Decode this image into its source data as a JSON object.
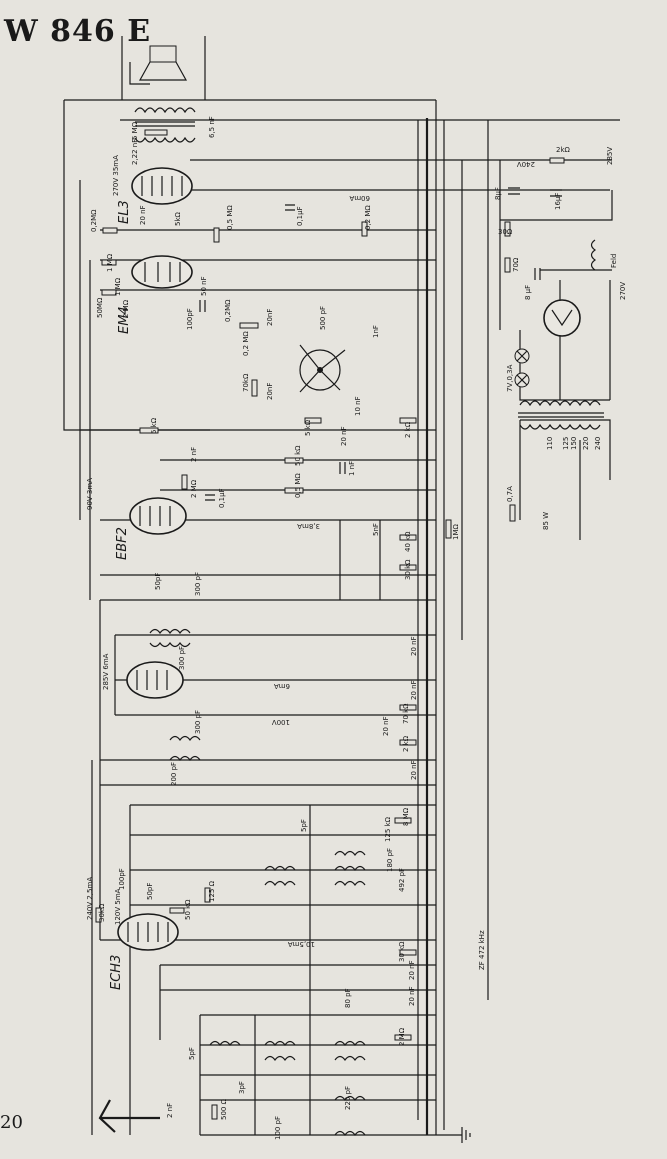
{
  "title": "W 846 E",
  "page_number": "20",
  "tubes": [
    "EL3",
    "EM4",
    "EBF2",
    "ECH3"
  ],
  "voltages": [
    "270V 35mA",
    "90V 3mA",
    "285V 6mA",
    "240V 2,5mA",
    "120V 5mA",
    "285V",
    "240V",
    "270V"
  ],
  "currents": [
    "60mA",
    "3,8mA",
    "6mA",
    "100V",
    "10,5mA"
  ],
  "components": {
    "output": [
      "5 MΩ",
      "2,22 nF",
      "6,5 nF"
    ],
    "el3": [
      "20 nF",
      "5kΩ",
      "0,5 MΩ",
      "0,1µF",
      "0,2 MΩ",
      "0,2MΩ"
    ],
    "em4": [
      "1 MΩ",
      "1 MΩ",
      "50 nF",
      "50MΩ",
      "2 MΩ",
      "100pF",
      "0,2MΩ",
      "20nF",
      "500 pF",
      "1nF",
      "0,2 MΩ",
      "70kΩ",
      "20nF",
      "5 kΩ",
      "10 nF",
      "20 nF",
      "2 kΩ"
    ],
    "ebf2": [
      "5 kΩ",
      "2 nF",
      "2 MΩ",
      "50 kΩ",
      "0,5 MΩ",
      "1 nF",
      "0,1µF",
      "5nF",
      "40 kΩ",
      "30 kΩ",
      "1MΩ",
      "50pF",
      "300 pF"
    ],
    "if_stage": [
      "20 nF",
      "300 pF",
      "20 nF",
      "70 kΩ",
      "300 pF",
      "20 nF",
      "2 kΩ",
      "200 pF",
      "20 nF"
    ],
    "ech3": [
      "5pF",
      "125 kΩ",
      "8 MΩ",
      "180 pF",
      "492 pF",
      "100pF",
      "50pF",
      "125 Ω",
      "50 kΩ",
      "30kΩ",
      "30 kΩ",
      "20 nF",
      "80 pF",
      "20 nF",
      "2 MΩ",
      "5pF",
      "2 nF",
      "500 Ω",
      "3pF",
      "220 pF",
      "100 pF"
    ],
    "power": [
      "2kΩ",
      "8µF",
      "16µF",
      "30Ω",
      "70Ω",
      "8 µF",
      "Feld"
    ],
    "transformer": [
      "7V,0,3A",
      "110",
      "125",
      "150",
      "220",
      "240",
      "0,7A",
      "85 W"
    ]
  },
  "if_frequency": "ZF 472 kHz"
}
